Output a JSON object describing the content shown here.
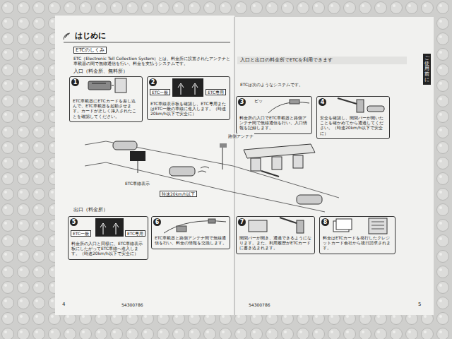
{
  "diagram": {
    "title": "はじめに",
    "nodes": [
      {
        "text": [
          "1",
          "ETC車載器にETCカードを差し込んで、ETC車載器を起動させます。カードが正しく挿入されたことを確認してください。"
        ]
      },
      {
        "text": [
          "2",
          "ETC車線表示板を確認し、ETC専用またはETC一般の車線に進入します。（時速20km/h以下で安全に）"
        ]
      },
      {
        "text": [
          "3",
          "料金所の入口でETC車載器と路側アンテナ間で無線通信を行い、入口情報を記録します。"
        ]
      },
      {
        "text": [
          "4",
          "安全を確認し、開閉バーが開いたことを確かめてから通過してください。（時速20km/h以下で安全に）"
        ]
      },
      {
        "text": [
          "5",
          "料金所の入口と同様に、ETC車線表示板にしたがってETC車線へ進入します。（時速20km/h以下で安全に）"
        ]
      },
      {
        "text": [
          "6",
          "ETC車載器と路側アンテナ間で無線通信を行い、料金の情報を交換します。"
        ]
      },
      {
        "text": [
          "7",
          "開閉バーが開き、通過できるようになります。また、利用履歴がETCカードに書き込まれます。"
        ]
      },
      {
        "text": [
          "8",
          "料金はETCカードを発行したクレジットカード会社から後日請求されます。"
        ]
      }
    ],
    "labels": [
      "ETCのしくみ",
      "ETC（Electronic Toll Collection System）とは、料金所に設置されたアンテナと車載器の間で無線通信を行い、料金を支払うシステムです。",
      "入口（料金所、無料所）",
      "ETC一般",
      "ETC専用",
      "ピッ",
      "路側アンテナ",
      "ETC車線表示",
      "時速20km/h以下",
      "出口（料金所）",
      "ETC一般",
      "ETC専用",
      "4",
      "54300786",
      "54300786",
      "5",
      "入口と出口の料金所でETCを利用できます",
      "ETCは次のようなシステムです。",
      "ご使用前に"
    ]
  }
}
